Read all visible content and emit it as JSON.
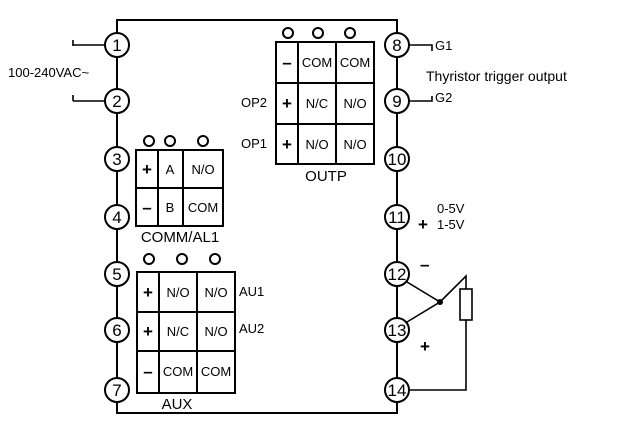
{
  "terminals_left": [
    "1",
    "2",
    "3",
    "4",
    "5",
    "6",
    "7"
  ],
  "terminals_right": [
    "8",
    "9",
    "10",
    "11",
    "12",
    "13",
    "14"
  ],
  "power": {
    "label": "100-240VAC~"
  },
  "thyristor": {
    "g1": "G1",
    "g2": "G2",
    "label": "Thyristor  trigger  output"
  },
  "analog": {
    "range1": "0-5V",
    "range2": "1-5V",
    "plus": "+"
  },
  "rtd": {
    "minus": "–",
    "plus": "+"
  },
  "outp": {
    "title": "OUTP",
    "row_labels": [
      "OP2",
      "OP1"
    ],
    "rows": [
      [
        "–",
        "COM",
        "COM"
      ],
      [
        "+",
        "N/C",
        "N/O"
      ],
      [
        "+",
        "N/O",
        "N/O"
      ]
    ]
  },
  "comm": {
    "title": "COMM/AL1",
    "rows": [
      [
        "+",
        "A",
        "N/O"
      ],
      [
        "–",
        "B",
        "COM"
      ]
    ]
  },
  "aux": {
    "title": "AUX",
    "row_labels": [
      "AU1",
      "AU2"
    ],
    "rows": [
      [
        "+",
        "N/O",
        "N/O"
      ],
      [
        "+",
        "N/C",
        "N/O"
      ],
      [
        "–",
        "COM",
        "COM"
      ]
    ]
  }
}
